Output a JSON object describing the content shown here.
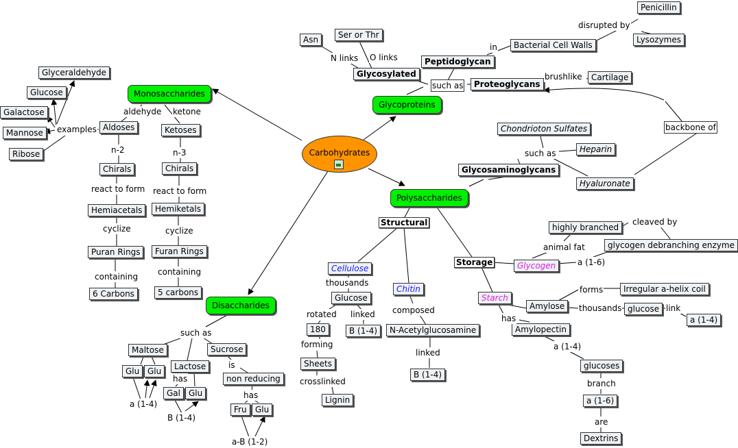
{
  "concept_map": {
    "carbohydrates": "Carbohydrates",
    "nodes": {
      "monosaccharides": "Monosaccharides",
      "glycoproteins": "Glycoproteins",
      "polysaccharides": "Polysaccharides",
      "disaccharides": "Disaccharides",
      "glyceraldehyde": "Glyceraldehyde",
      "glucose_m": "Glucose",
      "galactose": "Galactose",
      "mannose": "Mannose",
      "ribose": "Ribose",
      "aldoses": "Aldoses",
      "ketoses": "Ketoses",
      "chirals_a": "Chirals",
      "chirals_k": "Chirals",
      "hemiacetals": "Hemiacetals",
      "hemiketals": "Hemiketals",
      "puran_rings": "Puran Rings",
      "furan_rings": "Furan Rings",
      "six_carbons": "6 Carbons",
      "five_carbons": "5 carbons",
      "asn": "Asn",
      "ser_thr": "Ser or Thr",
      "glycosylated": "Glycosylated",
      "peptidoglycan": "Peptidoglycan",
      "proteoglycans": "Proteoglycans",
      "bacterial_walls": "Bacterial Cell Walls",
      "penicillin": "Penicillin",
      "lysozymes": "Lysozymes",
      "cartilage": "Cartilage",
      "chondroiton": "Chondrioton Sulfates",
      "heparin": "Heparin",
      "hyaluronate": "Hyaluronate",
      "gag": "Glycosaminoglycans",
      "structural": "Structural",
      "storage": "Storage",
      "cellulose": "Cellulose",
      "glucose_c": "Glucose",
      "n180": "180",
      "b14_c": "B (1-4)",
      "sheets": "Sheets",
      "lignin": "Lignin",
      "chitin": "Chitin",
      "nacetyl": "N-Acetylglucosamine",
      "b14_ch": "B (1-4)",
      "highly_branched": "highly branched",
      "debranching": "glycogen debranching enzyme",
      "glycogen": "Glycogen",
      "starch": "Starch",
      "amylose": "Amylose",
      "helix": "Irregular a-helix coil",
      "glucose_a": "glucose",
      "a14_a": "a (1-4)",
      "amylopectin": "Amylopectin",
      "glucoses": "glucoses",
      "a16_b": "a (1-6)",
      "dextrins": "Dextrins",
      "maltose": "Maltose",
      "lactose": "Lactose",
      "sucrose": "Sucrose",
      "glu1": "Glu",
      "glu2": "Glu",
      "gal": "Gal",
      "glu3": "Glu",
      "non_reducing": "non reducing",
      "fru": "Fru",
      "glu4": "Glu"
    },
    "labels": {
      "aldehyde": "aldehyde",
      "ketone": "ketone",
      "examples": "examples",
      "n2": "n-2",
      "n3": "n-3",
      "react1": "react to form",
      "react2": "react to form",
      "cyclize1": "cyclize",
      "cyclize2": "cyclize",
      "containing1": "containing",
      "containing2": "containing",
      "n_links": "N links",
      "o_links": "O links",
      "such_as_gp": "such as",
      "in": "in",
      "disrupted_by": "disrupted by",
      "brushlike": "brushlike",
      "backbone_of": "backbone of",
      "such_as_gag": "such as",
      "thousands1": "thousands",
      "rotated": "rotated",
      "linked1": "linked",
      "forming": "forming",
      "crosslinked": "crosslinked",
      "composed": "composed",
      "linked2": "linked",
      "cleaved_by": "cleaved by",
      "animal_fat": "animal fat",
      "a16_a": "a (1-6)",
      "forms": "forms",
      "thousands2": "thousands",
      "link": "link",
      "has_starch": "has",
      "a14_b": "a (1-4)",
      "branch": "branch",
      "are": "are",
      "such_as_di": "such as",
      "has_lac": "has",
      "is": "is",
      "has_suc": "has",
      "a14_mal": "a (1-4)",
      "b14_lac": "B (1-4)",
      "ab12": "a-B (1-2)"
    }
  }
}
